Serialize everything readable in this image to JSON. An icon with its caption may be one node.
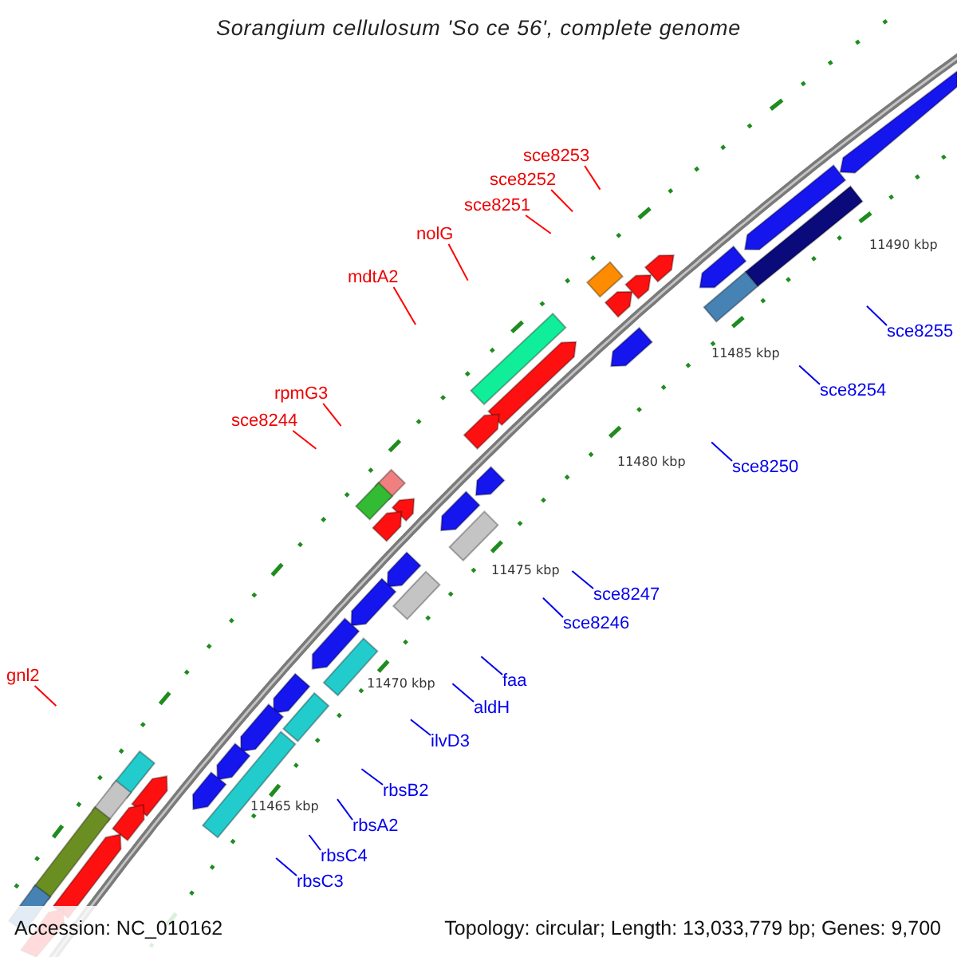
{
  "diagram": {
    "title": "Sorangium cellulosum 'So ce 56', complete genome",
    "nodes": [
      {
        "text": [
          "sce8253"
        ]
      },
      {
        "text": [
          "sce8252"
        ]
      },
      {
        "text": [
          "sce8251"
        ]
      },
      {
        "text": [
          "nolG"
        ]
      },
      {
        "text": [
          "mdtA2"
        ]
      },
      {
        "text": [
          "rpmG3"
        ]
      },
      {
        "text": [
          "sce8244"
        ]
      },
      {
        "text": [
          "sce8255"
        ]
      },
      {
        "text": [
          "sce8254"
        ]
      },
      {
        "text": [
          "sce8250"
        ]
      },
      {
        "text": [
          "sce8247"
        ]
      },
      {
        "text": [
          "sce8246"
        ]
      },
      {
        "text": [
          "faa"
        ]
      },
      {
        "text": [
          "aldH"
        ]
      },
      {
        "text": [
          "gnl2"
        ]
      },
      {
        "text": [
          "ilvD3"
        ]
      },
      {
        "text": [
          "rbsB2"
        ]
      },
      {
        "text": [
          "rbsA2"
        ]
      },
      {
        "text": [
          "rbsC4"
        ]
      },
      {
        "text": [
          "rbsC3"
        ]
      }
    ],
    "edges": [
      {
        "from": 0,
        "to": null,
        "arrow": "none",
        "color": "#ff0000"
      },
      {
        "from": 1,
        "to": null,
        "arrow": "none",
        "color": "#ff0000"
      },
      {
        "from": 2,
        "to": null,
        "arrow": "none",
        "color": "#ff0000"
      },
      {
        "from": 3,
        "to": null,
        "arrow": "none",
        "color": "#ff0000"
      },
      {
        "from": 4,
        "to": null,
        "arrow": "none",
        "color": "#ff0000"
      },
      {
        "from": 5,
        "to": null,
        "arrow": "none",
        "color": "#ff0000"
      },
      {
        "from": 6,
        "to": null,
        "arrow": "none",
        "color": "#ff0000"
      },
      {
        "from": 7,
        "to": null,
        "arrow": "none"
      },
      {
        "from": 8,
        "to": null,
        "arrow": "none"
      },
      {
        "from": 9,
        "to": null,
        "arrow": "none"
      },
      {
        "from": 10,
        "to": null,
        "arrow": "none"
      },
      {
        "from": 11,
        "to": null,
        "arrow": "none"
      },
      {
        "from": 12,
        "to": null,
        "arrow": "none"
      },
      {
        "from": 13,
        "to": null,
        "arrow": "none"
      },
      {
        "from": 14,
        "to": null,
        "arrow": "none",
        "color": "#ff0000"
      },
      {
        "from": 15,
        "to": null,
        "arrow": "none"
      },
      {
        "from": 16,
        "to": null,
        "arrow": "none"
      },
      {
        "from": 17,
        "to": null,
        "arrow": "none"
      },
      {
        "from": 18,
        "to": null,
        "arrow": "none"
      },
      {
        "from": 19,
        "to": null,
        "arrow": "none"
      }
    ],
    "labels": [
      "11490 kbp",
      "11485 kbp",
      "11480 kbp",
      "11475 kbp",
      "11470 kbp",
      "11465 kbp",
      "Accession: NC_010162",
      "Topology: circular; Length: 13,033,779 bp; Genes: 9,700"
    ]
  }
}
